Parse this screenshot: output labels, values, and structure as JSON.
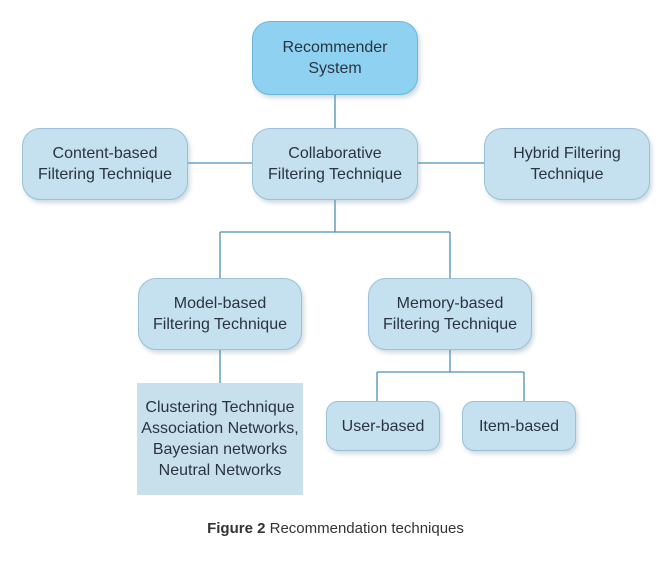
{
  "colors": {
    "node_fill": "#c5e0ee",
    "root_fill": "#8ed1f0",
    "list_fill": "#c8dfec",
    "connector": "#4f8fb3",
    "text": "#2a3440"
  },
  "nodes": {
    "root": {
      "line1": "Recommender",
      "line2": "System"
    },
    "content": {
      "line1": "Content-based",
      "line2": "Filtering Technique"
    },
    "collab": {
      "line1": "Collaborative",
      "line2": "Filtering Technique"
    },
    "hybrid": {
      "line1": "Hybrid Filtering",
      "line2": "Technique"
    },
    "model": {
      "line1": "Model-based",
      "line2": "Filtering Technique"
    },
    "memory": {
      "line1": "Memory-based",
      "line2": "Filtering Technique"
    },
    "model_list": {
      "items": [
        "Clustering Technique",
        "Association Networks,",
        "Bayesian networks",
        "Neutral Networks"
      ]
    },
    "user": {
      "label": "User-based"
    },
    "item": {
      "label": "Item-based"
    }
  },
  "caption": {
    "label": "Figure 2",
    "text": "Recommendation techniques"
  }
}
